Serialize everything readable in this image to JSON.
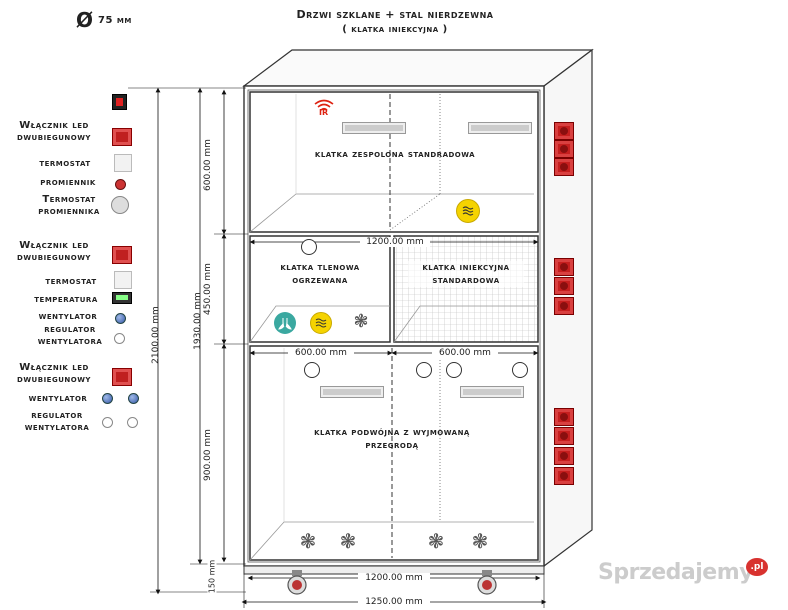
{
  "header": {
    "diameter_symbol": "Ø",
    "diameter_value": "75 mm",
    "title_line1": "Drzwi szklane + stal nierdzewna",
    "title_line2": "( klatka iniekcyjna )"
  },
  "legend": {
    "switch_led_1": "Włącznik led dwubiegunowy",
    "thermostat_1": "termostat",
    "radiator": "promiennik",
    "thermostat_radiator": "Termostat promiennika",
    "switch_led_2": "Włącznik led dwubiegunowy",
    "thermostat_2": "termostat",
    "temperature": "temperatura",
    "fan_1": "wentylator",
    "fan_regulator_1": "regulator wentylatora",
    "switch_led_3": "Włącznik led dwubiegunowy",
    "fan_2": "wentylator",
    "fan_regulator_2": "regulator wentylatora"
  },
  "dimensions": {
    "total_height": "2100.00 mm",
    "inner_height": "1930.00 mm",
    "top_section": "600.00 mm",
    "middle_section": "450.00 mm",
    "bottom_section": "900.00 mm",
    "base": "150 mm",
    "inner_width_mid": "1200.00 mm",
    "half_left": "600.00 mm",
    "half_right": "600.00 mm",
    "inner_width_bottom": "1200.00 mm",
    "total_width": "1250.00 mm"
  },
  "rooms": {
    "top": "klatka zespolona standradowa",
    "mid_left": "klatka tlenowa ogrzewana",
    "mid_right": "klatka iniekcyjna standardowa",
    "bottom": "klatka podwójna z wyjmowaną przegrodą"
  },
  "icons": {
    "ir_text": "IR"
  },
  "watermark": {
    "text": "Sprzedajemy",
    "badge": ".pl"
  },
  "colors": {
    "socket_red": "#c61f1f",
    "heater_yellow": "#f5d300",
    "oxygen_teal": "#3aa8a0"
  }
}
